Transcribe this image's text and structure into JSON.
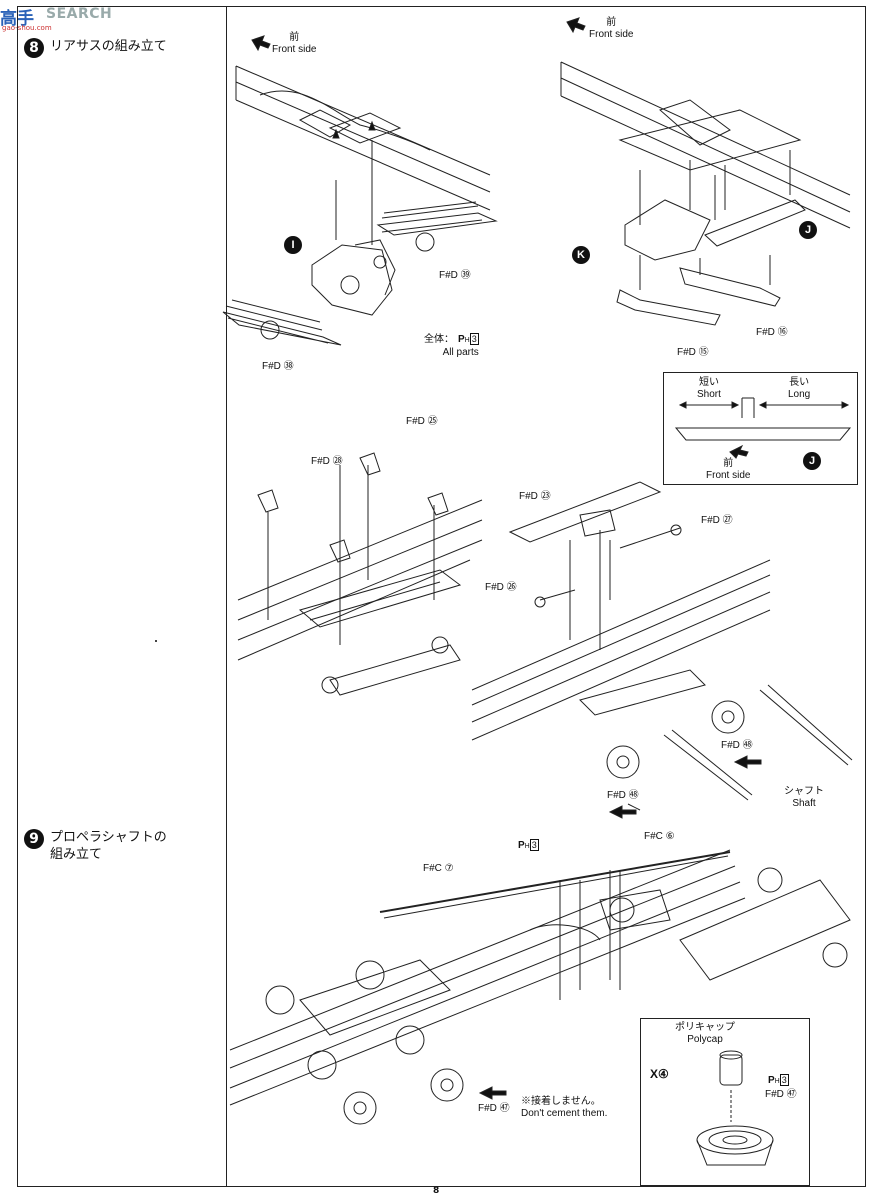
{
  "logo": {
    "mark": "高手",
    "word": "SEARCH",
    "url": "gao-shou.com"
  },
  "page_number": "8",
  "steps": [
    {
      "num": "8",
      "title": "リアサスの組み立て"
    },
    {
      "num": "9",
      "title": "プロペラシャフトの\n組み立て"
    }
  ],
  "labels": {
    "front_jp_1": "前",
    "front_en_1": "Front side",
    "front_jp_2": "前",
    "front_en_2": "Front side",
    "fd39": "F#D ㊴",
    "fd38": "F#D ㊳",
    "fd15": "F#D ⑮",
    "fd16": "F#D ⑯",
    "allparts_jp": "全体",
    "allparts_en": "All parts",
    "ph3": "3",
    "ph_prefix": "P",
    "short_jp": "短い",
    "short_en": "Short",
    "long_jp": "長い",
    "long_en": "Long",
    "front_jp_3": "前",
    "front_en_3": "Front side",
    "fd25": "F#D ㉕",
    "fd28": "F#D ㉘",
    "fd23": "F#D ㉓",
    "fd27": "F#D ㉗",
    "fd26": "F#D ㉖",
    "fd48a": "F#D ㊽",
    "fd48b": "F#D ㊽",
    "shaft_jp": "シャフト",
    "shaft_en": "Shaft",
    "fc7": "F#C ⑦",
    "fc6": "F#C ⑥",
    "ph3b": "3",
    "ph3c": "3",
    "polycap_jp": "ポリキャップ",
    "polycap_en": "Polycap",
    "x4": "X④",
    "fd47a": "F#D ㊼",
    "fd47b": "F#D ㊼",
    "dontcement_jp": "※接着しません。",
    "dontcement_en": "Don't cement them."
  },
  "badges": {
    "I": "I",
    "K": "K",
    "J1": "J",
    "J2": "J"
  }
}
